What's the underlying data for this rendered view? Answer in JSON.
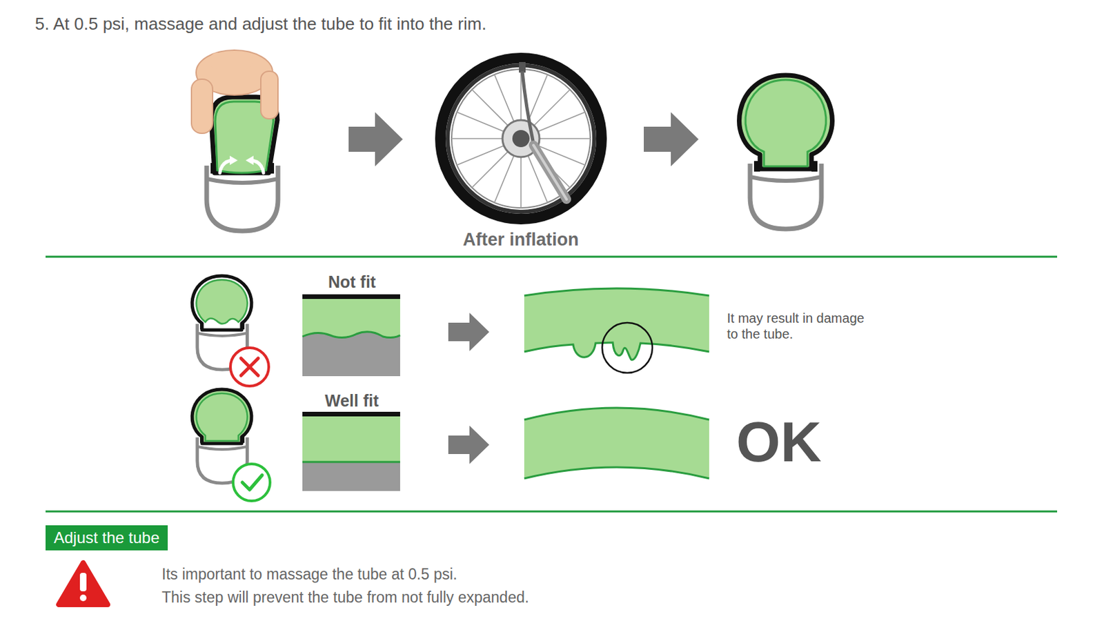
{
  "diagram": {
    "title": "5. At 0.5 psi, massage and adjust the tube to fit into the rim.",
    "nodes": [
      {
        "text": [
          "Adjust the tube"
        ]
      }
    ],
    "labels": [
      "After inflation",
      "Not fit",
      "It may result in damage to the tube.",
      "Well fit",
      "OK",
      "Its important to massage the tube at 0.5 psi.",
      "This step will prevent the tube from not fully expanded."
    ]
  }
}
